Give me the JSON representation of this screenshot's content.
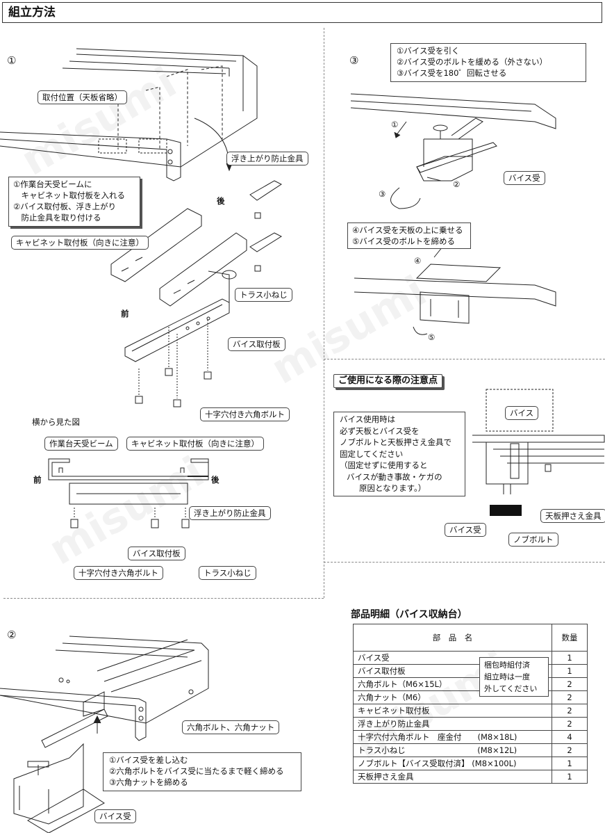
{
  "header": {
    "title": "組立方法"
  },
  "watermark": "misumi",
  "step1": {
    "number": "①",
    "mount_position": "取付位置（天板省略）",
    "instructions": [
      "①作業台天受ビームに",
      "　キャビネット取付板を入れる",
      "②バイス取付板、浮き上がり",
      "　防止金具を取り付ける"
    ],
    "label_cabinet_plate": "キャビネット取付板（向きに注意）",
    "label_float_stop": "浮き上がり防止金具",
    "label_back": "後",
    "label_front": "前",
    "label_truss_screw": "トラス小ねじ",
    "label_vise_plate": "バイス取付板",
    "label_bolt": "十字穴付き六角ボルト"
  },
  "side_view": {
    "title": "横から見た図",
    "label_beam": "作業台天受ビーム",
    "label_cabinet_plate": "キャビネット取付板（向きに注意）",
    "label_front": "前",
    "label_back": "後",
    "label_float_stop": "浮き上がり防止金具",
    "label_vise_plate": "バイス取付板",
    "label_bolt": "十字穴付き六角ボルト",
    "label_truss_screw": "トラス小ねじ"
  },
  "step2": {
    "number": "②",
    "label_hex": "六角ボルト、六角ナット",
    "instructions": [
      "①バイス受を差し込む",
      "②六角ボルトをバイス受に当たるまで軽く締める",
      "③六角ナットを締める"
    ],
    "label_vise_receiver": "バイス受"
  },
  "step3": {
    "number": "③",
    "instructions_a": [
      "①バイス受を引く",
      "②バイス受のボルトを緩める（外さない）",
      "③バイス受を180゜回転させる"
    ],
    "label_vise_receiver": "バイス受",
    "instructions_b": [
      "④バイス受を天板の上に乗せる",
      "⑤バイス受のボルトを締める"
    ],
    "arrow_labels": [
      "①",
      "②",
      "③",
      "④",
      "⑤"
    ]
  },
  "caution": {
    "title": "ご使用になる際の注意点",
    "text": [
      "バイス使用時は",
      "必ず天板とバイス受を",
      "ノブボルトと天板押さえ金具で",
      "固定してください",
      "（固定せずに使用すると",
      "バイスが動き事故・ケガの",
      "原因となります。）"
    ],
    "label_vise": "バイス",
    "label_receiver": "バイス受",
    "label_clamp": "天板押さえ金具",
    "label_knob": "ノブボルト"
  },
  "parts": {
    "title": "部品明細（バイス収納台）",
    "col_name": "部　品　名",
    "col_qty": "数量",
    "rows": [
      {
        "name": "バイス受",
        "qty": "1"
      },
      {
        "name": "バイス取付板",
        "qty": "1"
      },
      {
        "name": "六角ボルト（M6×15L）",
        "qty": "2"
      },
      {
        "name": "六角ナット（M6）",
        "qty": "2"
      },
      {
        "name": "キャビネット取付板",
        "qty": "2"
      },
      {
        "name": "浮き上がり防止金具",
        "qty": "2"
      },
      {
        "name": "十字穴付六角ボルト　座金付　　(M8×18L)",
        "qty": "4"
      },
      {
        "name": "トラス小ねじ　　　　　　　　　(M8×12L)",
        "qty": "2"
      },
      {
        "name": "ノブボルト【バイス受取付済】 (M8×100L)",
        "qty": "1"
      },
      {
        "name": "天板押さえ金具",
        "qty": "1"
      }
    ],
    "note": [
      "梱包時組付済",
      "組立時は一度",
      "外してください"
    ]
  }
}
